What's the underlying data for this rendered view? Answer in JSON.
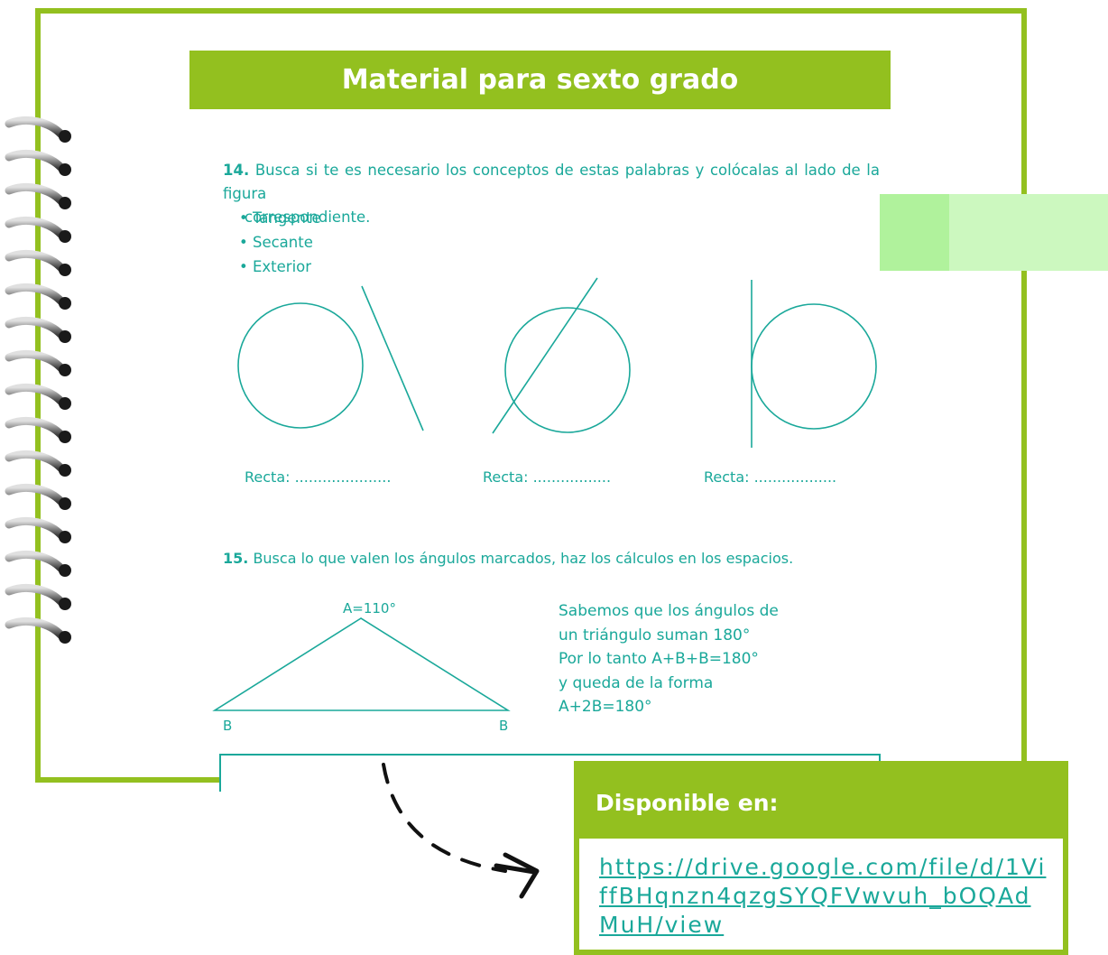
{
  "header": {
    "title": "Material para sexto grado"
  },
  "exercise14": {
    "number": "14.",
    "text": "Busca si te es necesario los conceptos de estas palabras y colócalas al lado de la figura",
    "text_cont": "correspondiente.",
    "bullets": [
      "Tangente",
      "Secante",
      "Exterior"
    ],
    "recta_labels": [
      "Recta: .....................",
      "Recta: .................",
      "Recta: .................."
    ]
  },
  "exercise15": {
    "number": "15.",
    "text": "Busca lo que valen los ángulos marcados, haz los cálculos en los espacios.",
    "apex_label": "A=110°",
    "base_left_label": "B",
    "base_right_label": "B",
    "explanation": [
      "Sabemos que los ángulos de",
      "un triángulo suman 180°",
      "Por lo tanto A+B+B=180°",
      "y queda de la forma",
      "A+2B=180°"
    ]
  },
  "available": {
    "heading": "Disponible en:",
    "link": "https://drive.google.com/file/d/1ViffBHqnzn4qzgSYQFVwvuh_bOQAdMuH/view"
  },
  "colors": {
    "accent_green": "#93c01f",
    "teal": "#1aa89a",
    "sticky_dark": "#b0f29c",
    "sticky_light": "#ccf8bf"
  }
}
